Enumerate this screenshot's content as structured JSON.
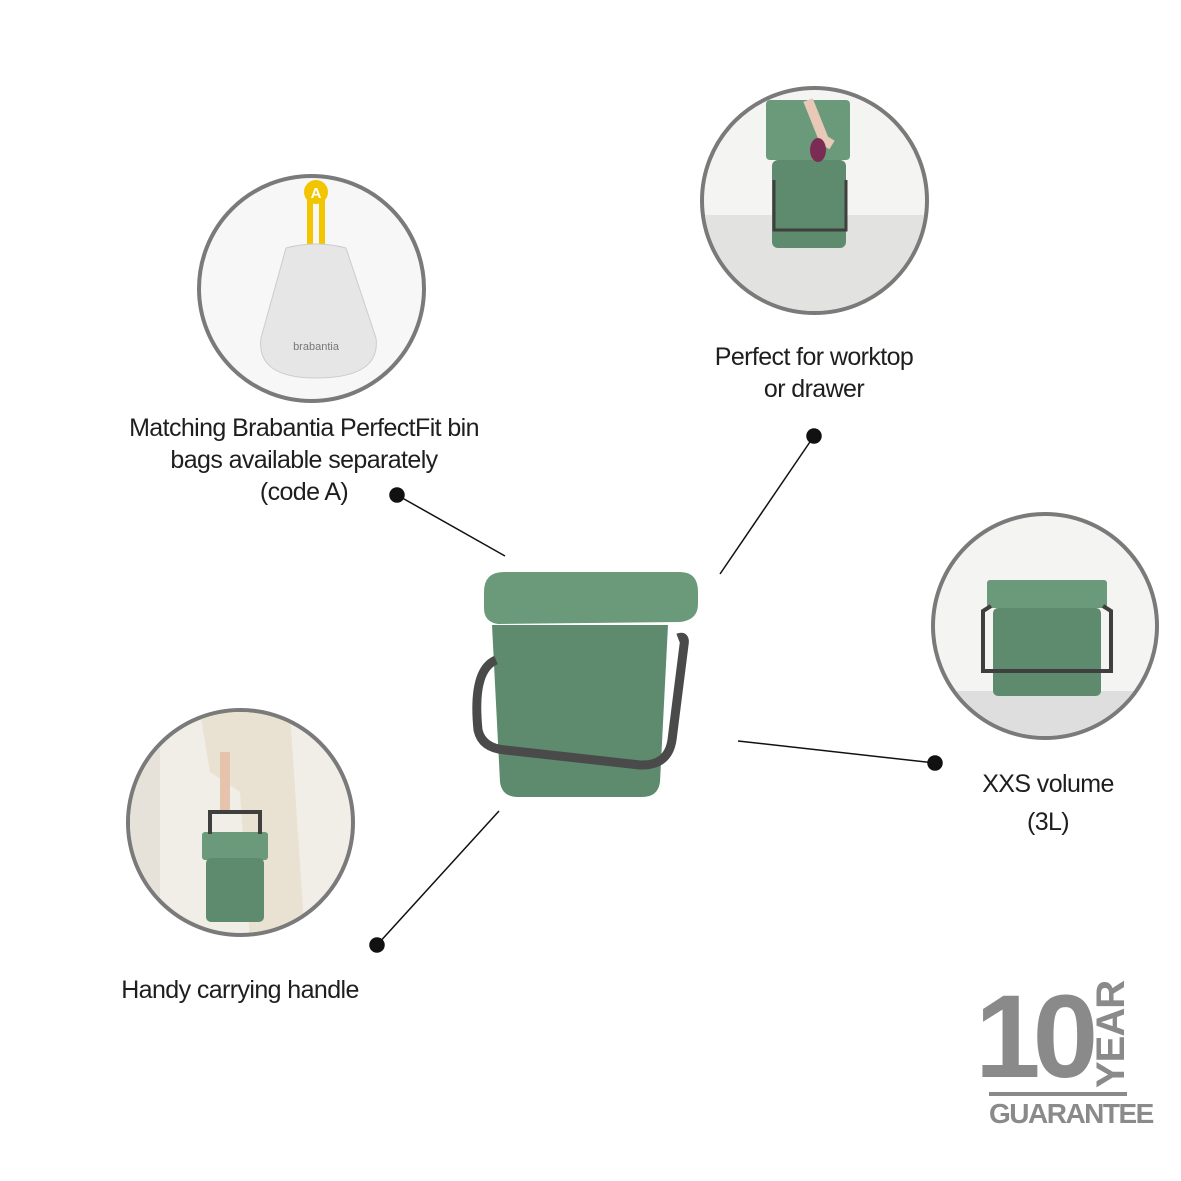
{
  "features": {
    "bags": {
      "lines": [
        "Matching Brabantia PerfectFit bin",
        "bags available separately",
        "(code A)"
      ],
      "bag_code": "A",
      "bag_brand": "brabantia"
    },
    "worktop": {
      "lines": [
        "Perfect for worktop",
        "or drawer"
      ]
    },
    "volume": {
      "lines": [
        "XXS volume",
        "(3L)"
      ]
    },
    "handle": {
      "lines": [
        "Handy carrying handle"
      ]
    }
  },
  "guarantee": {
    "number": "10",
    "unit": "YEAR",
    "label": "GUARANTEE"
  },
  "colors": {
    "bin_green": "#5e8b6e",
    "handle_grey": "#4a4a4a",
    "badge_grey": "#8a8a8a",
    "circle_border": "#7a7a7a"
  }
}
